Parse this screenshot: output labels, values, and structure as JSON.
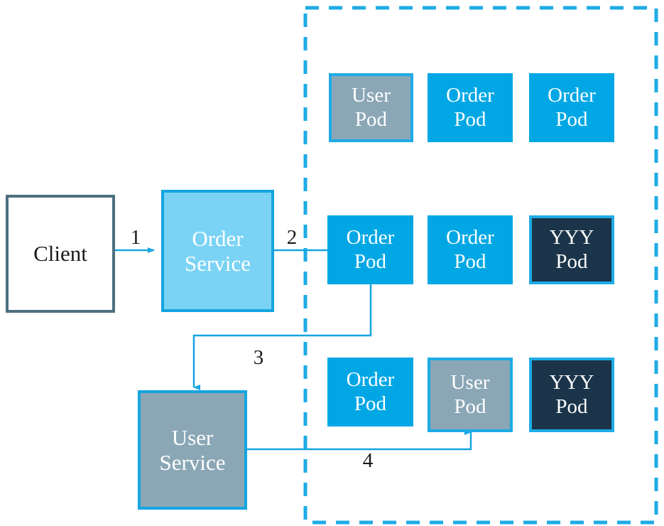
{
  "diagram": {
    "title": "Kubernetes service to pod routing diagram",
    "background": "#ffffff",
    "colors": {
      "accent_blue": "#00a7e4",
      "border_blue": "#1eabe6",
      "light_blue": "#7ad3f5",
      "gray": "#8ba7b6",
      "dark_navy": "#1b3449",
      "client_border": "#4d6f80",
      "text_dark": "#1a1a1a",
      "text_light": "#ffffff"
    }
  },
  "cluster_boundary": {
    "name": "cluster-dashed-boundary",
    "style": "dashed",
    "color": "#1eabe6"
  },
  "nodes": {
    "client": {
      "label": "Client",
      "kind": "external"
    },
    "order_service": {
      "label": "Order\nService",
      "kind": "service"
    },
    "user_service": {
      "label": "User\nService",
      "kind": "service"
    }
  },
  "pod_grid": {
    "rows": [
      {
        "pods": [
          {
            "label": "User\nPod",
            "type": "user"
          },
          {
            "label": "Order\nPod",
            "type": "order"
          },
          {
            "label": "Order\nPod",
            "type": "order"
          }
        ]
      },
      {
        "pods": [
          {
            "label": "Order\nPod",
            "type": "order"
          },
          {
            "label": "Order\nPod",
            "type": "order"
          },
          {
            "label": "YYY\nPod",
            "type": "yyy"
          }
        ]
      },
      {
        "pods": [
          {
            "label": "Order\nPod",
            "type": "order"
          },
          {
            "label": "User\nPod",
            "type": "user"
          },
          {
            "label": "YYY\nPod",
            "type": "yyy"
          }
        ]
      }
    ]
  },
  "flows": [
    {
      "id": "1",
      "label": "1",
      "from": "client",
      "to": "order_service",
      "arrowhead": true
    },
    {
      "id": "2",
      "label": "2",
      "from": "order_service",
      "to": "order_pod_r2c1",
      "arrowhead": false
    },
    {
      "id": "3",
      "label": "3",
      "from": "order_pod_r2c1",
      "to": "user_service",
      "arrowhead": true
    },
    {
      "id": "4",
      "label": "4",
      "from": "user_service",
      "to": "user_pod_r3c2",
      "arrowhead": true
    }
  ]
}
